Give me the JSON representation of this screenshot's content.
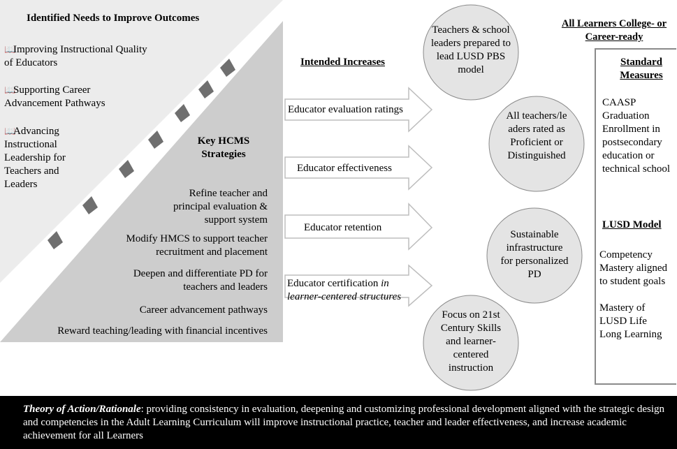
{
  "needs": {
    "title": "Identified Needs to Improve Outcomes",
    "items": [
      {
        "icon": "book-icon",
        "text": "Improving Instructional Quality of Educators"
      },
      {
        "icon": "book-icon",
        "text": "Supporting Career Advancement Pathways"
      },
      {
        "icon": "book-icon",
        "text": "Advancing Instructional Leadership for Teachers and Leaders"
      }
    ]
  },
  "strategies": {
    "title": "Key HCMS Strategies",
    "items": [
      "Refine teacher and principal evaluation & support system",
      "Modify HMCS to support teacher recruitment and placement",
      "Deepen and differentiate PD for teachers and leaders",
      "Career advancement pathways",
      "Reward teaching/leading with financial incentives"
    ]
  },
  "increases": {
    "title": "Intended Increases",
    "items": [
      "Educator evaluation ratings",
      "Educator effectiveness",
      "Educator retention",
      "Educator certification",
      "in learner-centered structures"
    ]
  },
  "circles": [
    "Teachers & school leaders prepared to lead LUSD PBS model",
    "All teachers/leaders rated as Proficient or Distinguished",
    "Sustainable infrastructure for personalized PD",
    "Focus on 21st Century Skills and learner-centered instruction"
  ],
  "outcome": {
    "title": "All Learners College- or Career-ready",
    "standard_title": "Standard Measures",
    "standard_items": [
      "CAASP",
      "Graduation",
      "Enrollment in postsecondary education or technical school"
    ],
    "model_title": "LUSD Model",
    "model_items": [
      "Competency Mastery aligned to student goals",
      "Mastery of LUSD Life Long Learning"
    ]
  },
  "rationale": {
    "label": "Theory of Action/Rationale",
    "text": ": providing consistency in evaluation, deepening and customizing professional development aligned with the strategic design and competencies in the Adult Learning Curriculum will improve instructional practice, teacher and leader effectiveness, and increase academic achievement for all Learners"
  },
  "colors": {
    "upper_triangle": "#ececec",
    "lower_triangle": "#cdcdcd",
    "diamond": "#6f6f6f",
    "rationale_bg": "#000000"
  }
}
